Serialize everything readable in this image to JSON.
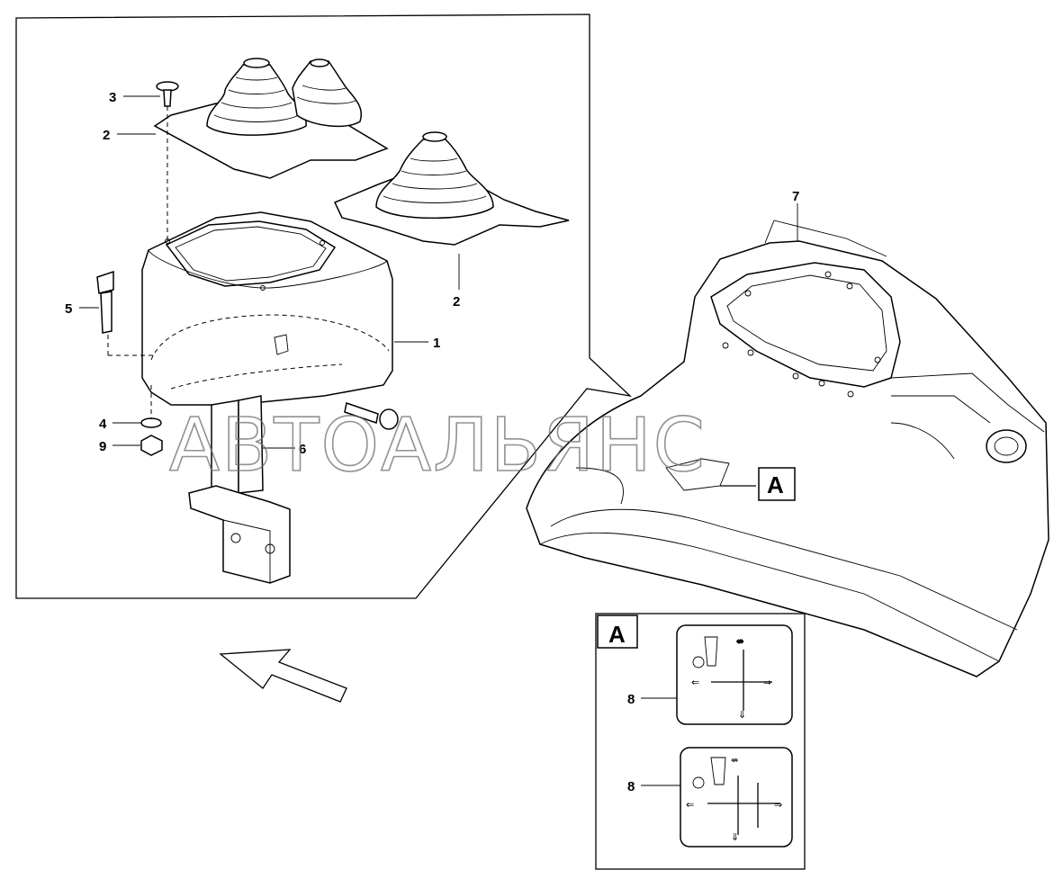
{
  "watermark": "АВТОАЛЬЯНС",
  "callouts": {
    "c1": "1",
    "c2a": "2",
    "c2b": "2",
    "c3": "3",
    "c4": "4",
    "c5": "5",
    "c6": "6",
    "c7": "7",
    "c8a": "8",
    "c8b": "8",
    "c9": "9"
  },
  "detail_view": {
    "marker": "A",
    "panel_title": "A"
  },
  "icons": [
    "view-direction-arrow-icon",
    "control-pattern-decal-icon"
  ]
}
